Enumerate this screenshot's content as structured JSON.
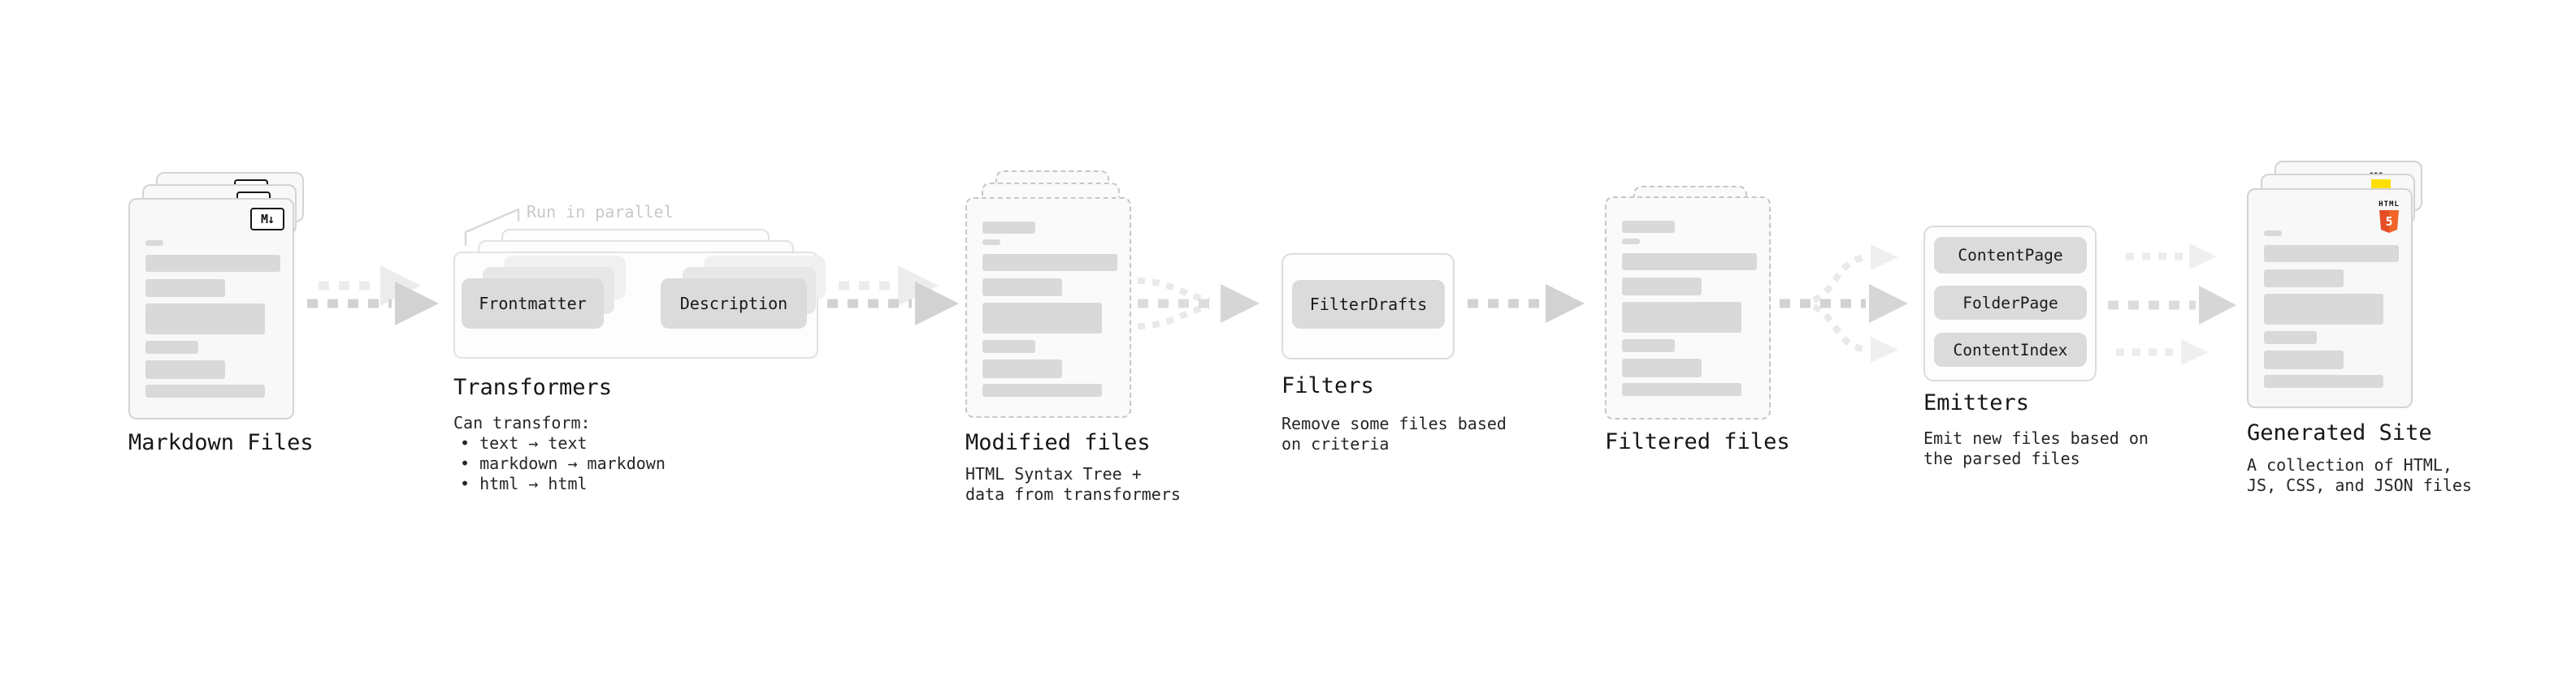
{
  "diagram": {
    "markdown": {
      "label": "Markdown Files",
      "badge": "M↓"
    },
    "transformers": {
      "title": "Transformers",
      "callout": "Run in parallel",
      "node_frontmatter": "Frontmatter",
      "node_description": "Description",
      "desc_heading": "Can transform:",
      "bullets": [
        "• text → text",
        "• markdown → markdown",
        "• html → html"
      ]
    },
    "modified": {
      "label": "Modified files",
      "description": "HTML Syntax Tree +\ndata from transformers"
    },
    "filters": {
      "title": "Filters",
      "node_filterdrafts": "FilterDrafts",
      "description": "Remove some files based\non criteria"
    },
    "filtered": {
      "label": "Filtered files"
    },
    "emitters": {
      "title": "Emitters",
      "nodes": [
        "ContentPage",
        "FolderPage",
        "ContentIndex"
      ],
      "description": "Emit new files based on\nthe parsed files"
    },
    "generated": {
      "label": "Generated Site",
      "description": "A collection of HTML,\nJS, CSS, and JSON files",
      "badge_css": "CSS",
      "badge_html_text": "HTML",
      "badge_html_number": "5"
    },
    "colors": {
      "html5_orange": "#e44d26",
      "js_yellow": "#ffdf00",
      "css_blue": "#2b6bff"
    }
  }
}
